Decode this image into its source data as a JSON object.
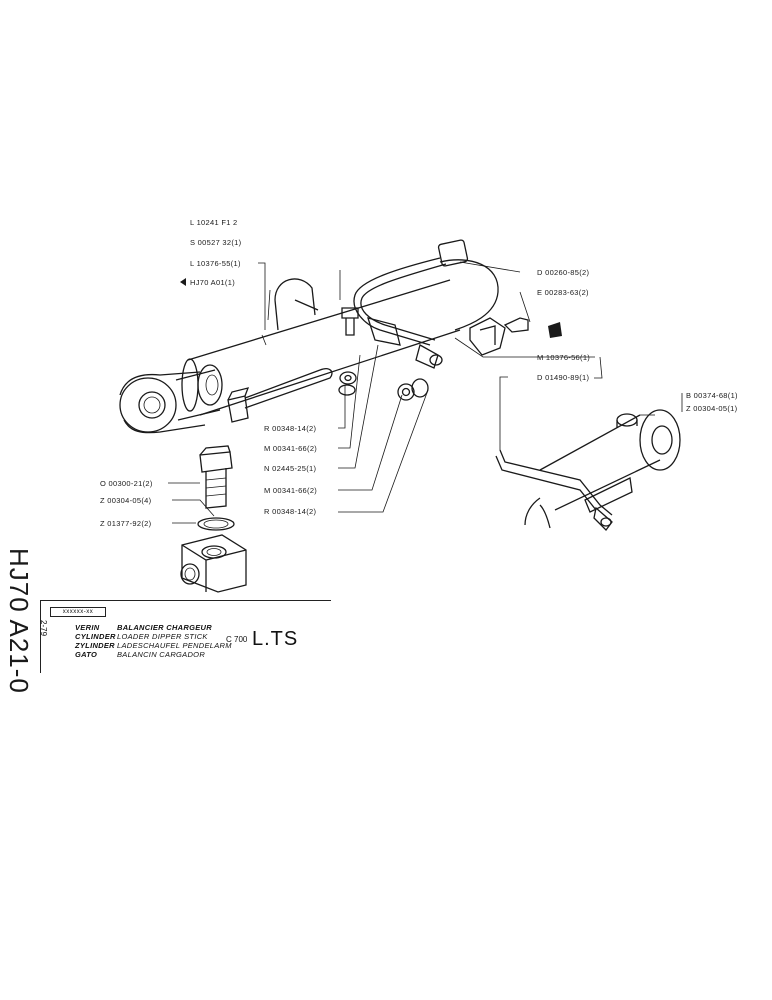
{
  "callouts": {
    "top_cut": "L 10241 F1 2",
    "s_00527": "S 00527 32(1)",
    "l_10376": "L 10376-55(1)",
    "hj70_a01": "HJ70 A01(1)",
    "d_00260": "D 00260-85(2)",
    "e_00283": "E 00283-63(2)",
    "m_10376": "M 10376-56(1)",
    "d_01490": "D 01490-89(1)",
    "b_00374": "B 00374-68(1)",
    "z_00304_r": "Z 00304-05(1)",
    "r_00348_a": "R 00348-14(2)",
    "m_00341_a": "M 00341-66(2)",
    "n_02445": "N 02445-25(1)",
    "m_00341_b": "M 00341-66(2)",
    "r_00348_b": "R 00348-14(2)",
    "o_00300": "O 00300-21(2)",
    "z_00304_l": "Z 00304-05(4)",
    "z_01377": "Z 01377-92(2)"
  },
  "title_block": {
    "side_ref": "HJ70 A21-0",
    "date": "2-79",
    "stamp": "xxxxxx-xx",
    "lines": [
      {
        "lang": "VERIN",
        "text": "BALANCIER CHARGEUR"
      },
      {
        "lang": "CYLINDER",
        "text": "LOADER DIPPER STICK"
      },
      {
        "lang": "ZYLINDER",
        "text": "LADESCHAUFEL PENDELARM"
      },
      {
        "lang": "GATO",
        "text": "BALANCIN CARGADOR"
      }
    ],
    "model": "C 700",
    "code": "L.TS"
  }
}
